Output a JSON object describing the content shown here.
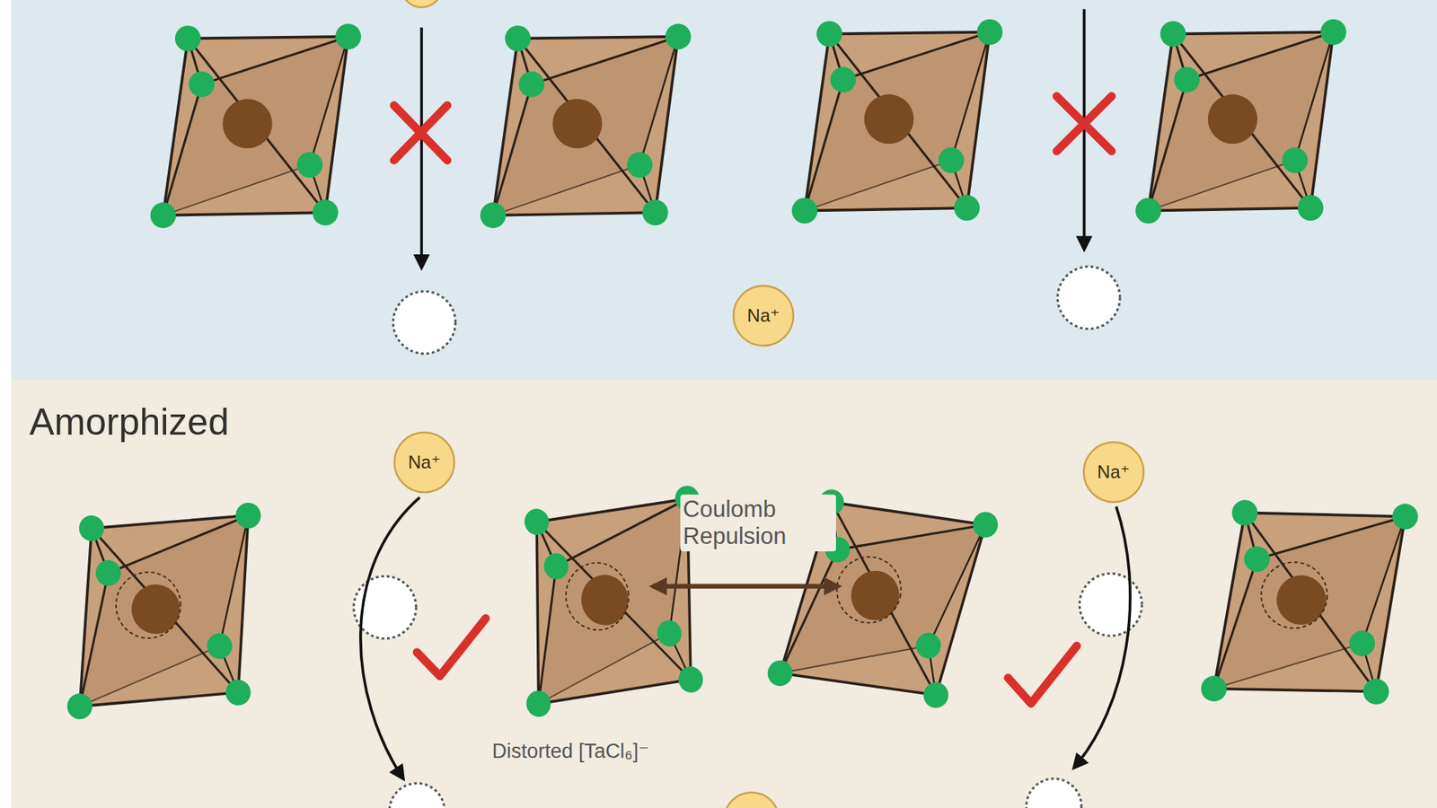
{
  "diagram": {
    "nodes": [
      {
        "text": [
          "Na⁺"
        ]
      },
      {
        "text": [
          "Na⁺"
        ]
      },
      {
        "text": [
          "Na⁺"
        ]
      }
    ],
    "labels": [
      "Amorphized",
      "Coulomb Repulsion",
      "Distorted [TaCl₆]⁻"
    ]
  }
}
